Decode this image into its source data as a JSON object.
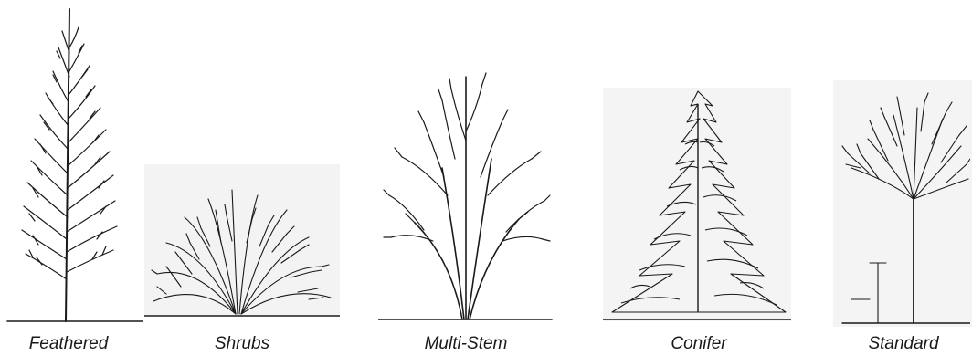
{
  "figure": {
    "panels": [
      {
        "id": "feathered",
        "label": "Feathered"
      },
      {
        "id": "shrubs",
        "label": "Shrubs"
      },
      {
        "id": "multi-stem",
        "label": "Multi-Stem"
      },
      {
        "id": "conifer",
        "label": "Conifer"
      },
      {
        "id": "standard",
        "label": "Standard"
      }
    ]
  },
  "colors": {
    "ink": "#1a1a1a",
    "background": "#ffffff",
    "panel_tint": "#f3f3f3"
  },
  "icons": {
    "feathered": "feathered-tree-icon",
    "shrubs": "shrub-icon",
    "multi-stem": "multi-stem-tree-icon",
    "conifer": "conifer-tree-icon",
    "standard": "standard-tree-icon"
  }
}
